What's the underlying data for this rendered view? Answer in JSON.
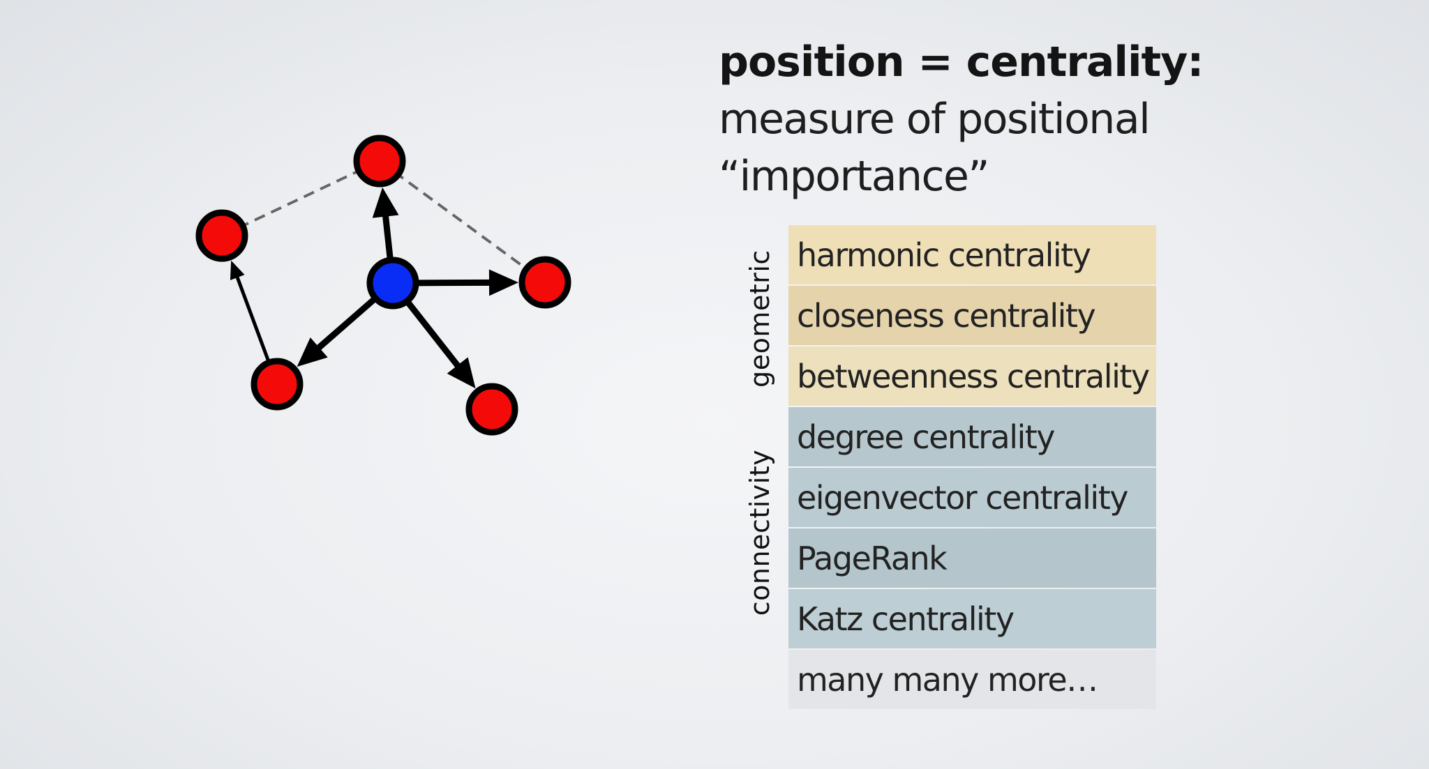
{
  "heading": {
    "title": "position = centrality:",
    "subtitle_line1": "measure of positional",
    "subtitle_line2": "“importance”"
  },
  "groups": {
    "geometric": "geometric",
    "connectivity": "connectivity"
  },
  "measures": [
    {
      "label": "harmonic centrality",
      "group": "geometric",
      "color": "#efdfb7"
    },
    {
      "label": "closeness centrality",
      "group": "geometric",
      "color": "#e4d3ab"
    },
    {
      "label": "betweenness centrality",
      "group": "geometric",
      "color": "#ede0bd"
    },
    {
      "label": "degree centrality",
      "group": "connectivity",
      "color": "#b6c7cd"
    },
    {
      "label": "eigenvector centrality",
      "group": "connectivity",
      "color": "#bacbd1"
    },
    {
      "label": "PageRank",
      "group": "connectivity",
      "color": "#b4c5cb"
    },
    {
      "label": "Katz centrality",
      "group": "connectivity",
      "color": "#bdced4"
    },
    {
      "label": "many many more…",
      "group": "",
      "color": "#e4e5e8"
    }
  ],
  "graph": {
    "center_node_color": "#0a2df5",
    "node_color": "#f50a0a",
    "node_stroke": "#000000",
    "nodes": [
      "center",
      "top",
      "left",
      "right",
      "bottom-left",
      "bottom-right"
    ],
    "directed_edges": [
      {
        "from": "center",
        "to": "top"
      },
      {
        "from": "center",
        "to": "right"
      },
      {
        "from": "center",
        "to": "bottom-left"
      },
      {
        "from": "center",
        "to": "bottom-right"
      },
      {
        "from": "bottom-left",
        "to": "left"
      }
    ],
    "dashed_edges": [
      {
        "from": "left",
        "to": "top"
      },
      {
        "from": "top",
        "to": "right"
      }
    ]
  }
}
